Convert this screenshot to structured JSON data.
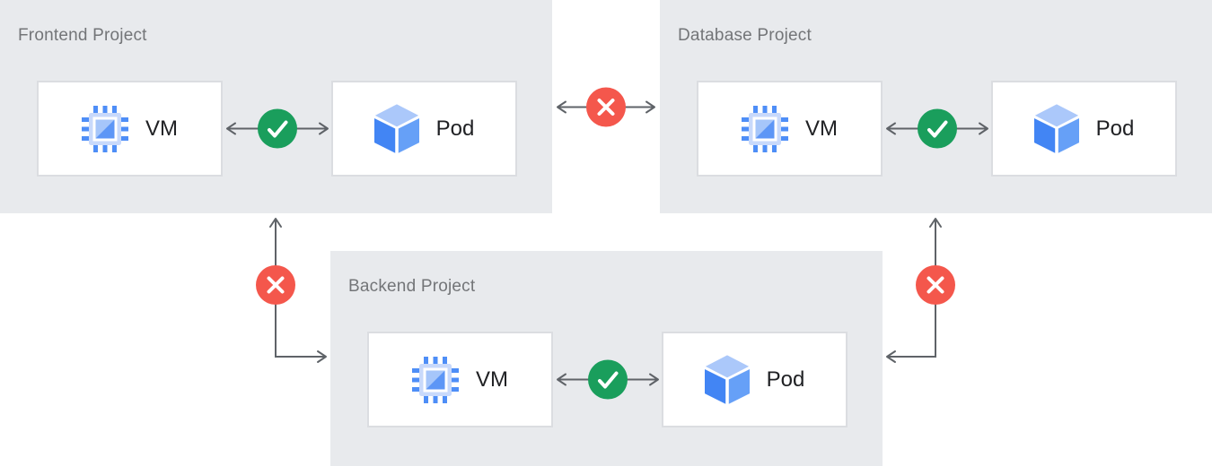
{
  "projects": [
    {
      "title": "Frontend Project",
      "nodes": [
        {
          "label": "VM",
          "icon": "compute-vm-chip-icon"
        },
        {
          "label": "Pod",
          "icon": "pod-cube-icon"
        }
      ],
      "internal_connection": {
        "from": "VM",
        "to": "Pod",
        "status": "allowed",
        "badge_icon": "check-icon",
        "direction": "bidirectional"
      }
    },
    {
      "title": "Database Project",
      "nodes": [
        {
          "label": "VM",
          "icon": "compute-vm-chip-icon"
        },
        {
          "label": "Pod",
          "icon": "pod-cube-icon"
        }
      ],
      "internal_connection": {
        "from": "VM",
        "to": "Pod",
        "status": "allowed",
        "badge_icon": "check-icon",
        "direction": "bidirectional"
      }
    },
    {
      "title": "Backend Project",
      "nodes": [
        {
          "label": "VM",
          "icon": "compute-vm-chip-icon"
        },
        {
          "label": "Pod",
          "icon": "pod-cube-icon"
        }
      ],
      "internal_connection": {
        "from": "VM",
        "to": "Pod",
        "status": "allowed",
        "badge_icon": "check-icon",
        "direction": "bidirectional"
      }
    }
  ],
  "connections": [
    {
      "from": "Frontend Project",
      "to": "Database Project",
      "status": "blocked",
      "badge_icon": "cross-icon",
      "direction": "bidirectional"
    },
    {
      "from": "Frontend Project",
      "to": "Backend Project",
      "status": "blocked",
      "badge_icon": "cross-icon",
      "direction": "bidirectional"
    },
    {
      "from": "Database Project",
      "to": "Backend Project",
      "status": "blocked",
      "badge_icon": "cross-icon",
      "direction": "bidirectional"
    }
  ],
  "colors": {
    "panel_bg": "#E8EAED",
    "node_bg": "#FFFFFF",
    "node_border": "#DBDDE1",
    "title_text": "#737578",
    "label_text": "#202124",
    "connector_line": "#5F6368",
    "allowed_badge": "#1A9E5C",
    "blocked_badge": "#F4574C",
    "badge_glyph": "#FFFFFF",
    "icon_pin_blue": "#4E8EF7",
    "icon_chip_body": "#C8D9FB",
    "icon_square_light": "#A6C6FA",
    "icon_square_dark": "#5D96F6",
    "cube_top": "#ABC8FA",
    "cube_left": "#4285F4",
    "cube_right": "#66A0F7"
  }
}
